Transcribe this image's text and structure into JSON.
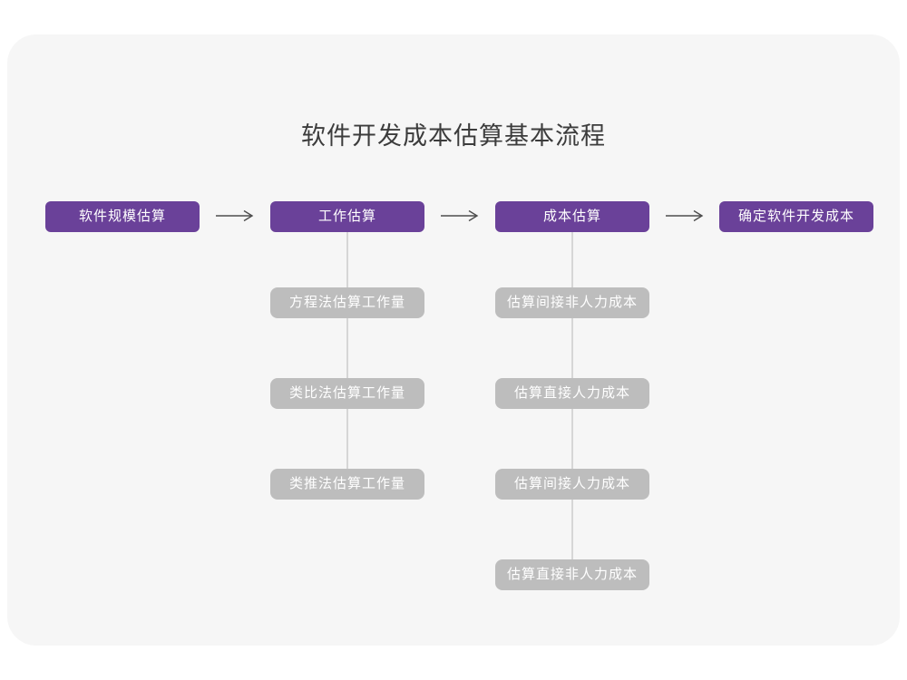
{
  "page": {
    "title": "软件开发成本估算基本流程"
  },
  "colors": {
    "page_bg": "#ffffff",
    "card_bg": "#f6f6f6",
    "primary": "#6a4199",
    "sub_box": "#bdbdbd",
    "connector": "#d6d6d6",
    "arrow": "#4d4d4d",
    "title_text": "#3c3c3c",
    "box_text": "#ffffff"
  },
  "flow": {
    "main_nodes": [
      {
        "label": "软件规模估算"
      },
      {
        "label": "工作估算"
      },
      {
        "label": "成本估算"
      },
      {
        "label": "确定软件开发成本"
      }
    ],
    "arrows": [
      {
        "name": "arrow-scale-to-work"
      },
      {
        "name": "arrow-work-to-cost"
      },
      {
        "name": "arrow-cost-to-final"
      }
    ],
    "sub_chains": [
      {
        "parent": "工作估算",
        "items": [
          "方程法估算工作量",
          "类比法估算工作量",
          "类推法估算工作量"
        ]
      },
      {
        "parent": "成本估算",
        "items": [
          "估算间接非人力成本",
          "估算直接人力成本",
          "估算间接人力成本",
          "估算直接非人力成本"
        ]
      }
    ]
  }
}
